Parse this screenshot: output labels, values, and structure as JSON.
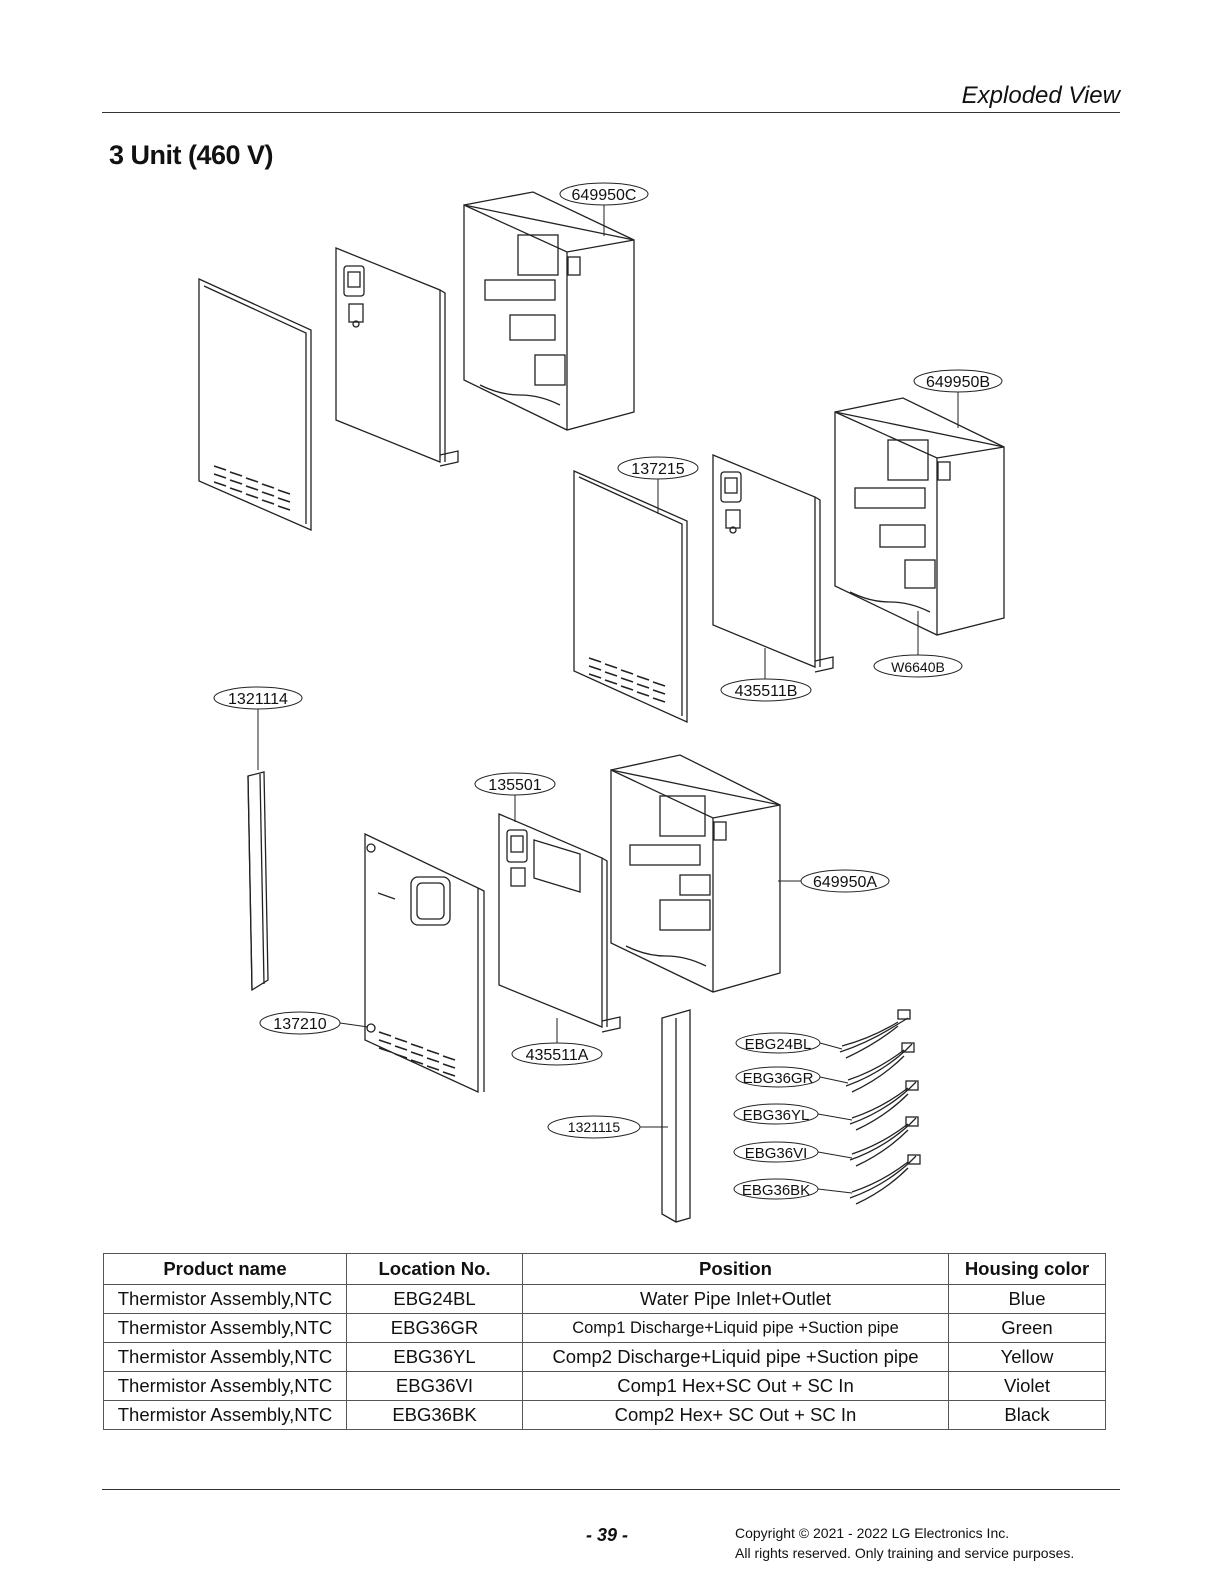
{
  "header": {
    "section": "Exploded View"
  },
  "title": "3 Unit (460 V)",
  "part_labels": {
    "p649950C": "649950C",
    "p649950B": "649950B",
    "p137215": "137215",
    "pW6640B": "W6640B",
    "p435511B": "435511B",
    "p1321114": "1321114",
    "p135501": "135501",
    "p649950A": "649950A",
    "p137210": "137210",
    "p435511A": "435511A",
    "p1321115": "1321115",
    "pEBG24BL": "EBG24BL",
    "pEBG36GR": "EBG36GR",
    "pEBG36YL": "EBG36YL",
    "pEBG36VI": "EBG36VI",
    "pEBG36BK": "EBG36BK"
  },
  "table": {
    "headers": [
      "Product name",
      "Location No.",
      "Position",
      "Housing color"
    ],
    "rows": [
      [
        "Thermistor Assembly,NTC",
        "EBG24BL",
        "Water Pipe Inlet+Outlet",
        "Blue"
      ],
      [
        "Thermistor Assembly,NTC",
        "EBG36GR",
        "Comp1 Discharge+Liquid pipe +Suction pipe",
        "Green"
      ],
      [
        "Thermistor Assembly,NTC",
        "EBG36YL",
        "Comp2 Discharge+Liquid pipe +Suction pipe",
        "Yellow"
      ],
      [
        "Thermistor Assembly,NTC",
        "EBG36VI",
        "Comp1 Hex+SC Out + SC In",
        "Violet"
      ],
      [
        "Thermistor Assembly,NTC",
        "EBG36BK",
        "Comp2 Hex+ SC Out + SC In",
        "Black"
      ]
    ]
  },
  "footer": {
    "page_number": "- 39 -",
    "copyright_line1": "Copyright © 2021 - 2022 LG Electronics Inc.",
    "copyright_line2": "All rights reserved. Only training and service purposes."
  }
}
